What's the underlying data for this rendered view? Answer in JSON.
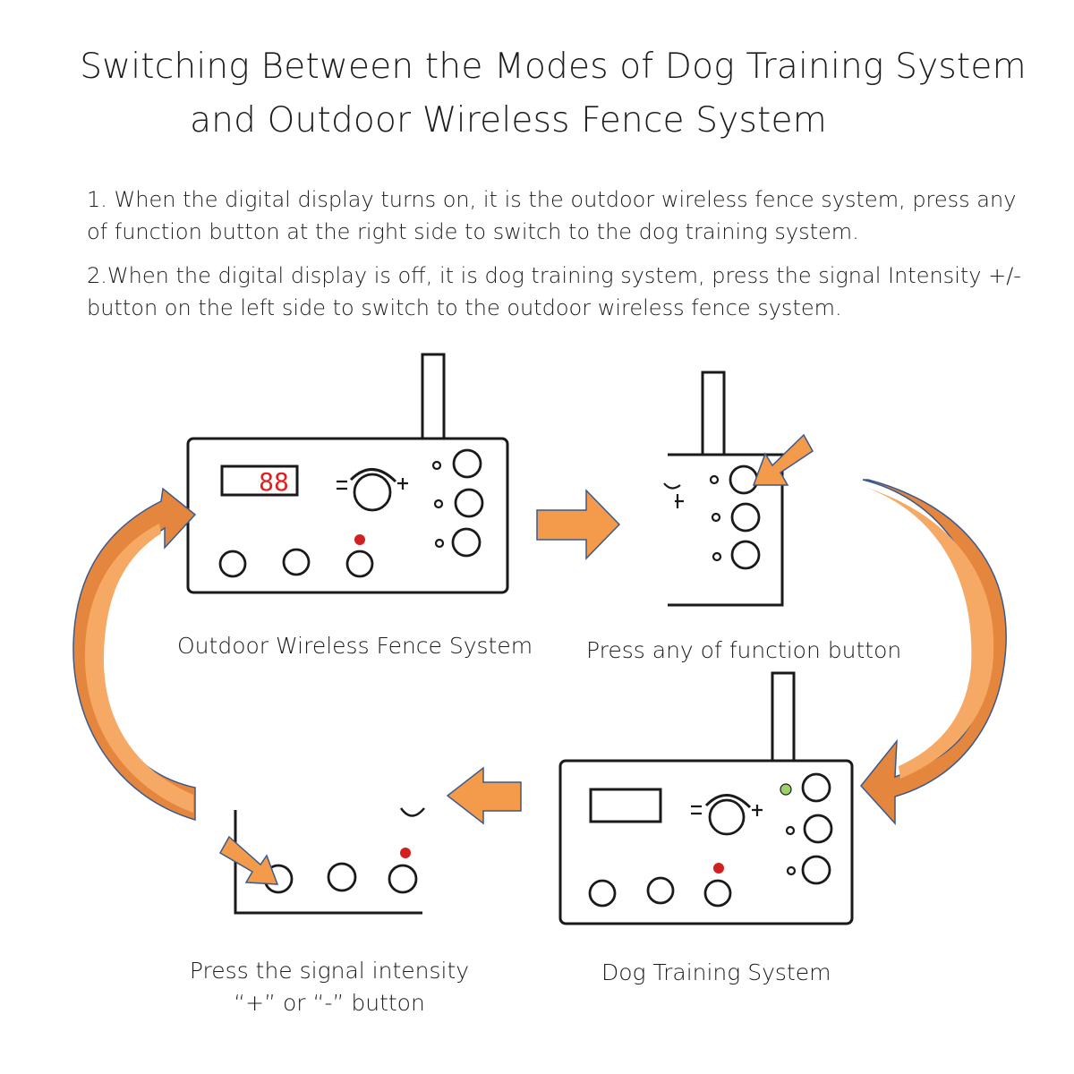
{
  "title": {
    "line1": "Switching Between the Modes of Dog Training System",
    "line2": "and Outdoor Wireless Fence System"
  },
  "instructions": [
    "1. When the digital display turns on, it is the outdoor wireless fence system, press any of function button at the right side to switch to the dog training system.",
    "2.When the digital display is off, it is dog training system, press the signal Intensity +/- button on the left side to switch to the outdoor wireless fence system."
  ],
  "panels": {
    "fence": {
      "caption": "Outdoor Wireless Fence System",
      "display_value": "88"
    },
    "function": {
      "caption": "Press any of function button"
    },
    "training": {
      "caption": "Dog Training System"
    },
    "intensity": {
      "caption": "Press the signal intensity “+” or “-” button"
    }
  },
  "colors": {
    "arrow": "#F39A4B",
    "arrow_outline": "#3A5A8C",
    "display_digits": "#E02020",
    "led_red": "#D21F1F",
    "led_green": "#9BD36A"
  }
}
